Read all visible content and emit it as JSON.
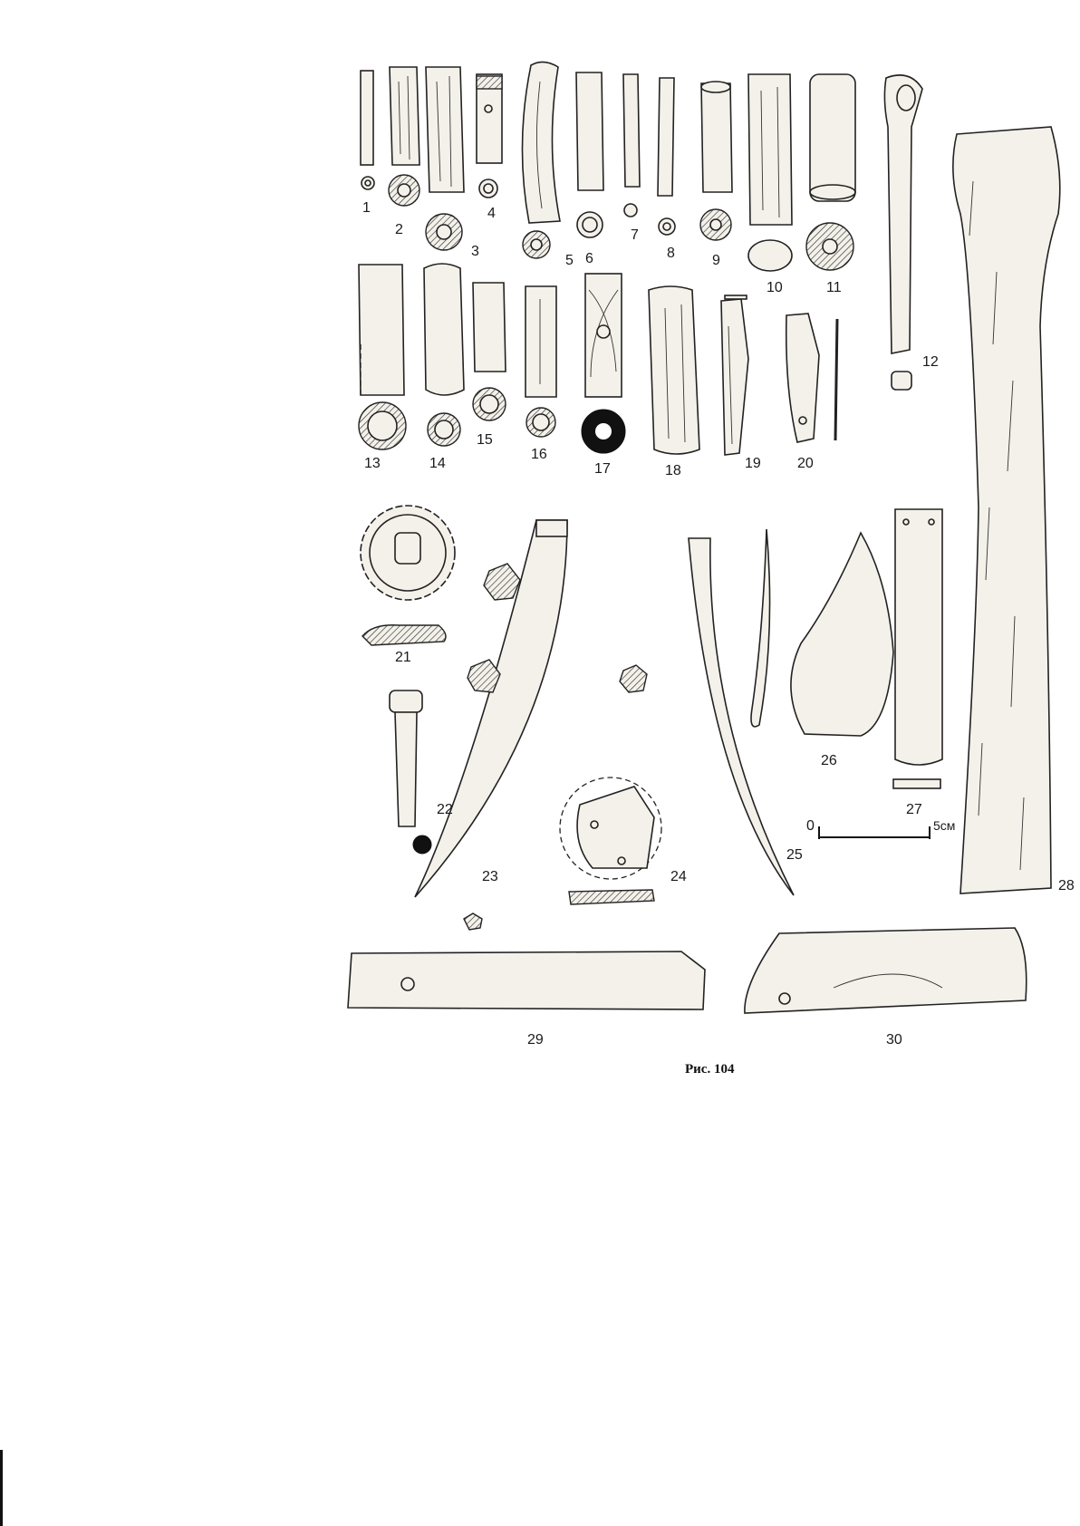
{
  "figure": {
    "caption": "Рис. 104",
    "scale_bar": {
      "zero_label": "0",
      "end_label": "5см"
    },
    "item_labels": [
      "1",
      "2",
      "3",
      "4",
      "5",
      "6",
      "7",
      "8",
      "9",
      "10",
      "11",
      "12",
      "13",
      "14",
      "15",
      "16",
      "17",
      "18",
      "19",
      "20",
      "21",
      "22",
      "23",
      "24",
      "25",
      "26",
      "27",
      "28",
      "29",
      "30"
    ]
  }
}
